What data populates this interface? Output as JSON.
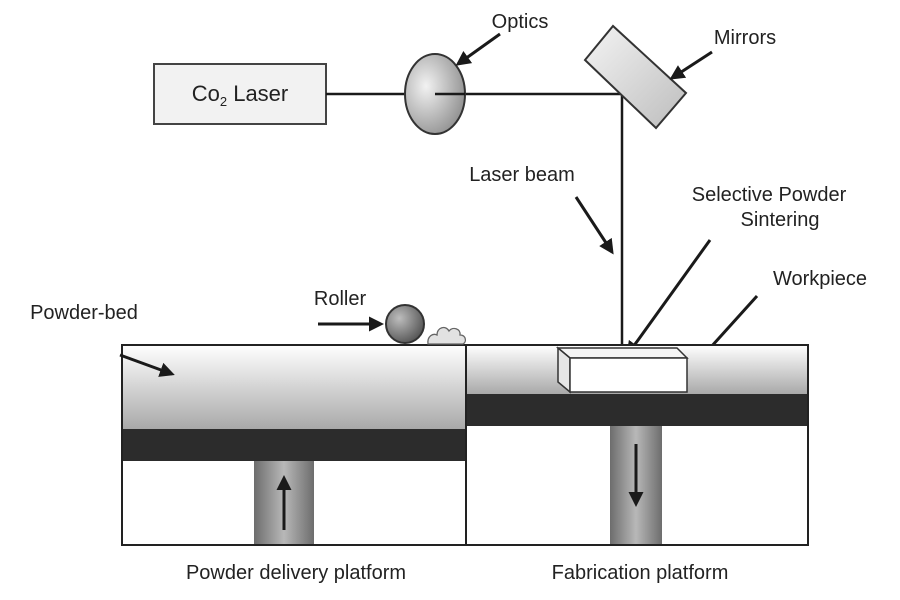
{
  "diagram": {
    "laser_box": {
      "text_main": "Co",
      "text_sub": "2",
      "text_rest": " Laser"
    },
    "labels": {
      "optics": "Optics",
      "mirrors": "Mirrors",
      "laser_beam": "Laser beam",
      "selective_1": "Selective Powder",
      "selective_2": "Sintering",
      "workpiece": "Workpiece",
      "roller": "Roller",
      "powder_bed": "Powder-bed",
      "powder_delivery": "Powder delivery platform",
      "fabrication": "Fabrication platform"
    }
  }
}
